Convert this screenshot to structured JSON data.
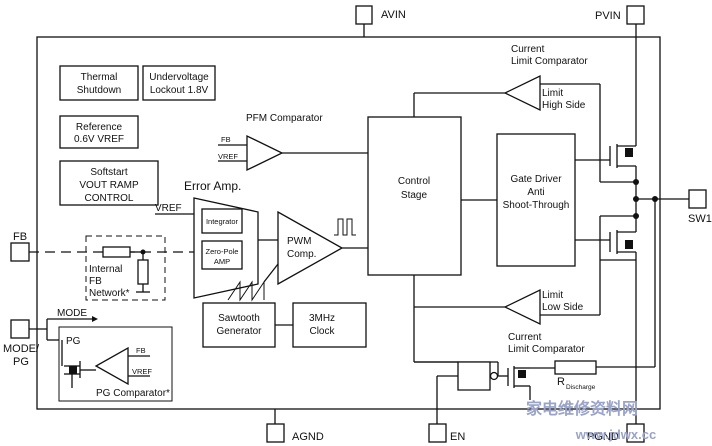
{
  "pins": {
    "avin": "AVIN",
    "pvin": "PVIN",
    "sw1": "SW1",
    "fb": "FB",
    "mode_pg": [
      "MODE/",
      "PG"
    ],
    "agnd": "AGND",
    "en": "EN",
    "pgnd": "PGND"
  },
  "blocks": {
    "thermal": [
      "Thermal",
      "Shutdown"
    ],
    "uvlo": [
      "Undervoltage",
      "Lockout 1.8V"
    ],
    "reference": [
      "Reference",
      "0.6V VREF"
    ],
    "softstart": [
      "Softstart",
      "VOUT RAMP",
      "CONTROL"
    ],
    "control_stage": [
      "Control",
      "Stage"
    ],
    "gate_driver": [
      "Gate Driver",
      "Anti",
      "Shoot-Through"
    ],
    "sawtooth": [
      "Sawtooth",
      "Generator"
    ],
    "clock": [
      "3MHz",
      "Clock"
    ],
    "integrator": "Integrator",
    "zero_pole": [
      "Zero-Pole",
      "AMP"
    ]
  },
  "labels": {
    "pfm_comparator": "PFM Comparator",
    "error_amp": "Error Amp.",
    "pwm_comp": [
      "PWM",
      "Comp."
    ],
    "current_limit_top": [
      "Current",
      "Limit Comparator"
    ],
    "limit_high": [
      "Limit",
      "High Side"
    ],
    "limit_low": [
      "Limit",
      "Low Side"
    ],
    "current_limit_bottom": [
      "Current",
      "Limit Comparator"
    ],
    "vref_error_amp": "VREF",
    "fb_pfm": "FB",
    "vref_pfm": "VREF",
    "internal_fb": [
      "Internal",
      "FB",
      "Network*"
    ],
    "mode_label": "MODE",
    "pg_label": "PG",
    "pg_fb": "FB",
    "pg_vref": "VREF",
    "pg_comparator": "PG Comparator*",
    "r_discharge": "R",
    "r_discharge_sub": "Discharge"
  },
  "watermark": [
    "家电维修资料网",
    "www.jdwx.cc"
  ]
}
